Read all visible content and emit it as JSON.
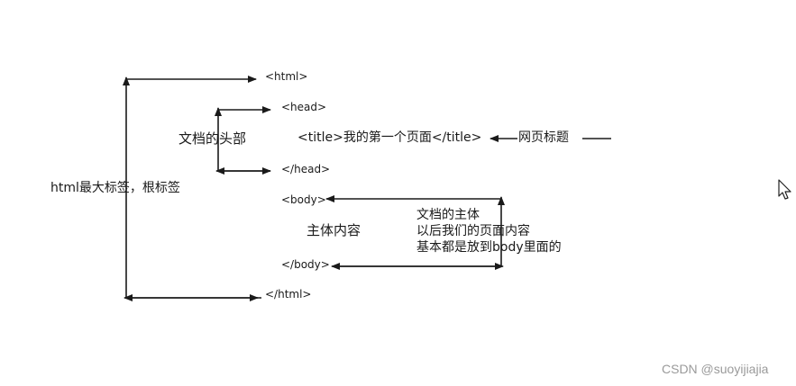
{
  "tags": {
    "html_open": "<html>",
    "head_open": "<head>",
    "title_line": "<title>我的第一个页面</title>",
    "head_close": "</head>",
    "body_open": "<body>",
    "body_close": "</body>",
    "html_close": "</html>"
  },
  "labels": {
    "root": "html最大标签，根标签",
    "head": "文档的头部",
    "page_title": "网页标题",
    "body_content": "主体内容",
    "body_note": "文档的主体\n以后我们的页面内容\n基本都是放到body里面的"
  },
  "watermark": "CSDN @suoyijiajia",
  "colors": {
    "ink": "#1a1a1a",
    "watermark": "#9a9a9a"
  }
}
